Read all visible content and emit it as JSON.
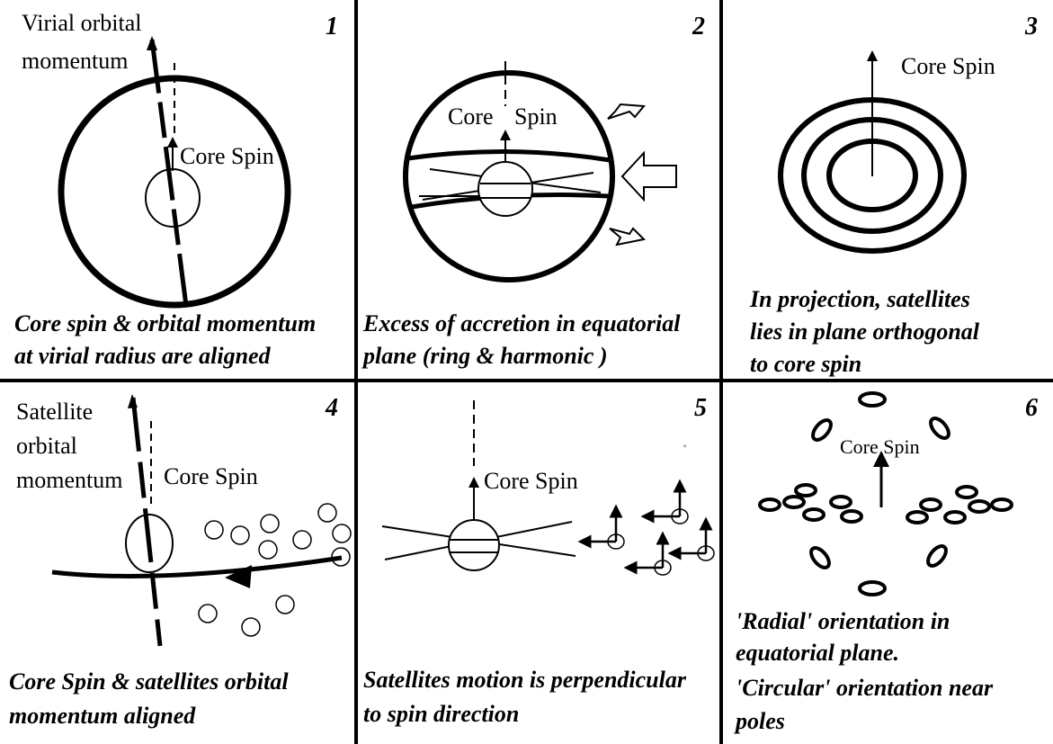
{
  "panels": [
    {
      "number": "1",
      "labels": [
        "Virial orbital",
        "momentum",
        "Core Spin"
      ],
      "caption": [
        "Core spin & orbital momentum",
        "at virial radius are aligned"
      ]
    },
    {
      "number": "2",
      "labels": [
        "Core",
        "Spin"
      ],
      "caption": [
        "Excess of accretion in  equatorial",
        "plane (ring & harmonic )"
      ]
    },
    {
      "number": "3",
      "labels": [
        "Core Spin"
      ],
      "caption": [
        "In projection, satellites",
        "lies in  plane orthogonal",
        "to core spin"
      ]
    },
    {
      "number": "4",
      "labels": [
        "Satellite",
        "orbital",
        "momentum",
        "Core Spin"
      ],
      "caption": [
        "Core Spin & satellites orbital",
        "momentum aligned"
      ]
    },
    {
      "number": "5",
      "labels": [
        "Core Spin"
      ],
      "caption": [
        "Satellites motion is perpendicular",
        "to spin direction"
      ]
    },
    {
      "number": "6",
      "labels": [
        "Core Spin"
      ],
      "caption": [
        "'Radial' orientation in",
        "equatorial plane.",
        "'Circular' orientation near",
        "poles"
      ]
    }
  ]
}
